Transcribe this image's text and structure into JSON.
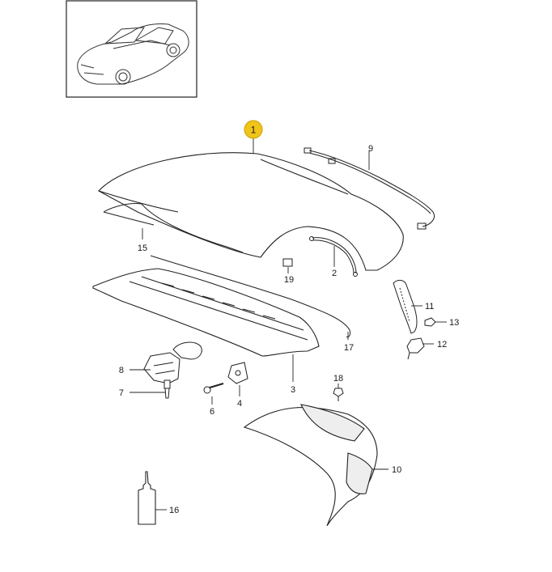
{
  "diagram": {
    "highlight_color": "#f0c419",
    "line_color": "#222222",
    "thumbnail": {
      "icon": "car-convertible-icon"
    },
    "highlighted_part": "1",
    "parts": [
      {
        "id": "p1",
        "label": "1",
        "icon": "soft-top-cover-icon"
      },
      {
        "id": "p2",
        "label": "2",
        "icon": "tension-cable-icon"
      },
      {
        "id": "p3",
        "label": "3",
        "icon": "rear-frame-bow-icon"
      },
      {
        "id": "p4",
        "label": "4",
        "icon": "bracket-icon"
      },
      {
        "id": "p6",
        "label": "6",
        "icon": "bolt-icon"
      },
      {
        "id": "p7",
        "label": "7",
        "icon": "screw-icon"
      },
      {
        "id": "p8",
        "label": "8",
        "icon": "hinge-clamp-icon"
      },
      {
        "id": "p9",
        "label": "9",
        "icon": "wiring-harness-icon"
      },
      {
        "id": "p10",
        "label": "10",
        "icon": "rear-panel-icon"
      },
      {
        "id": "p11",
        "label": "11",
        "icon": "trim-strip-icon"
      },
      {
        "id": "p12",
        "label": "12",
        "icon": "clip-bracket-icon"
      },
      {
        "id": "p13",
        "label": "13",
        "icon": "nut-icon"
      },
      {
        "id": "p15",
        "label": "15",
        "icon": "inner-liner-icon"
      },
      {
        "id": "p16",
        "label": "16",
        "icon": "adhesive-bottle-icon"
      },
      {
        "id": "p17",
        "label": "17",
        "icon": "seal-cord-icon"
      },
      {
        "id": "p18",
        "label": "18",
        "icon": "expanding-rivet-icon"
      },
      {
        "id": "p19",
        "label": "19",
        "icon": "small-clip-icon"
      }
    ]
  }
}
